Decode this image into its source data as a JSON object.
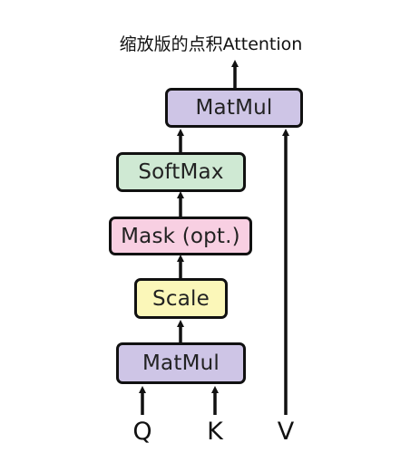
{
  "title": "缩放版的点积Attention",
  "nodes": {
    "matmul_top": {
      "label": "MatMul",
      "color": "#cec5e6"
    },
    "softmax": {
      "label": "SoftMax",
      "color": "#cfe9d3"
    },
    "mask": {
      "label": "Mask (opt.)",
      "color": "#f8cfe2"
    },
    "scale": {
      "label": "Scale",
      "color": "#fbf7b9"
    },
    "matmul_bottom": {
      "label": "MatMul",
      "color": "#cec5e6"
    }
  },
  "inputs": {
    "q": "Q",
    "k": "K",
    "v": "V"
  }
}
